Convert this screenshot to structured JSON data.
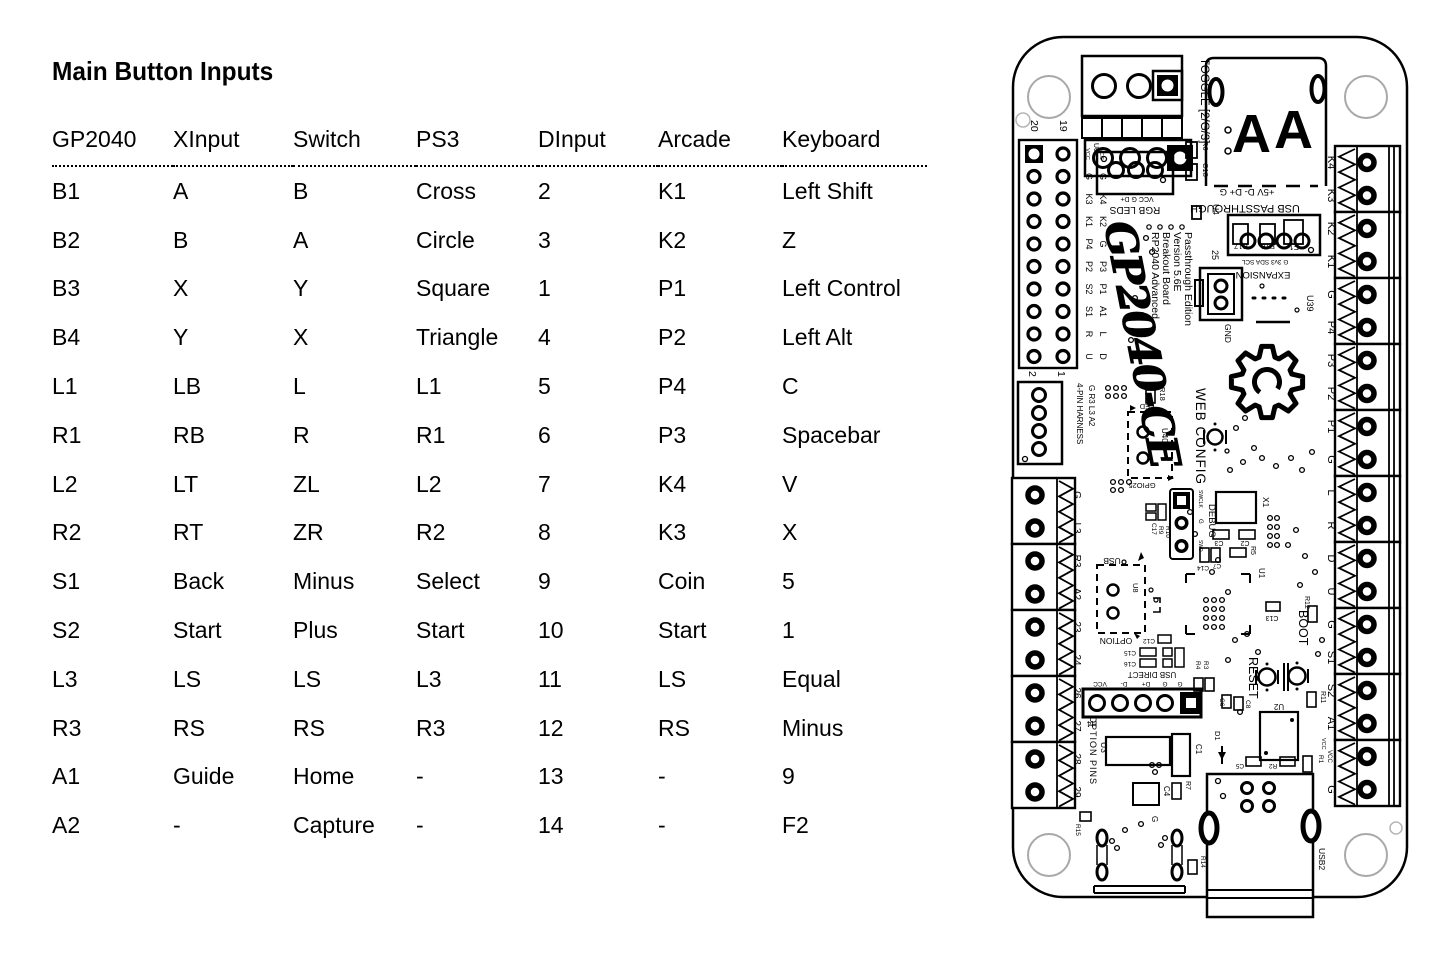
{
  "title": "Main Button Inputs",
  "table": {
    "columns": [
      "GP2040",
      "XInput",
      "Switch",
      "PS3",
      "DInput",
      "Arcade",
      "Keyboard"
    ],
    "rows": [
      [
        "B1",
        "A",
        "B",
        "Cross",
        "2",
        "K1",
        "Left Shift"
      ],
      [
        "B2",
        "B",
        "A",
        "Circle",
        "3",
        "K2",
        "Z"
      ],
      [
        "B3",
        "X",
        "Y",
        "Square",
        "1",
        "P1",
        "Left Control"
      ],
      [
        "B4",
        "Y",
        "X",
        "Triangle",
        "4",
        "P2",
        "Left Alt"
      ],
      [
        "L1",
        "LB",
        "L",
        "L1",
        "5",
        "P4",
        "C"
      ],
      [
        "R1",
        "RB",
        "R",
        "R1",
        "6",
        "P3",
        "Spacebar"
      ],
      [
        "L2",
        "LT",
        "ZL",
        "L2",
        "7",
        "K4",
        "V"
      ],
      [
        "R2",
        "RT",
        "ZR",
        "R2",
        "8",
        "K3",
        "X"
      ],
      [
        "S1",
        "Back",
        "Minus",
        "Select",
        "9",
        "Coin",
        "5"
      ],
      [
        "S2",
        "Start",
        "Plus",
        "Start",
        "10",
        "Start",
        "1"
      ],
      [
        "L3",
        "LS",
        "LS",
        "L3",
        "11",
        "LS",
        "Equal"
      ],
      [
        "R3",
        "RS",
        "RS",
        "R3",
        "12",
        "RS",
        "Minus"
      ],
      [
        "A1",
        "Guide",
        "Home",
        "-",
        "13",
        "-",
        "9"
      ],
      [
        "A2",
        "-",
        "Capture",
        "-",
        "14",
        "-",
        "F2"
      ]
    ]
  },
  "pcb": {
    "logo": "GP2040-CE",
    "info_lines": [
      "RP2040 Advanced",
      "Breakout Board",
      "Version 5.6E",
      "Passthrough Edition"
    ],
    "labels": {
      "toggle": "TOGGLE [2/G/3]",
      "usb_passthrough": "USB PASSTHROUGH",
      "usb_pt_pins": "+5V D- D+ G",
      "usb_a": [
        "A",
        "A"
      ],
      "rgb_leds": "RGB LEDS",
      "rgb_pins": "VCC G D+",
      "expansion": "EXPANSION",
      "expansion_pins": "G 3v3 SDA SCL",
      "pin_25": "25",
      "gnd": "GND",
      "web_config": "WEB CONFIG",
      "led": "LED",
      "gpio25": "GPIO25",
      "debug": "DEBUG",
      "swclk": "SWCLK",
      "swd": "SWD",
      "g": "G",
      "boot": "BOOT",
      "reset": "RESET",
      "usb": "USB",
      "option": "OPTION",
      "option_pins": "OPTION PINS",
      "usb_direct": "USB DIRECT",
      "h4_pins": [
        "VCC",
        "D-",
        "D+",
        "G",
        "G"
      ],
      "harness_1": "4-PIN HARNESS",
      "harness_2": "G R3 L3 A2",
      "usb2": "USB2",
      "vcc": "VCC"
    },
    "refs": {
      "r6": "R6",
      "c18": "C18",
      "u4": "U4",
      "u6": "U6",
      "r17": "R17",
      "r16": "R16",
      "f1": "F1",
      "u39": "U39",
      "r18": "R18",
      "u40": "U40",
      "c17": "C17",
      "r9": "R9",
      "r10": "R10",
      "x1": "X1",
      "c3": "C3",
      "c2": "C2",
      "r5": "R5",
      "c14": "C14",
      "c7": "C7",
      "u1": "U1",
      "c13": "C13",
      "r12": "R12",
      "r11": "R11",
      "c6": "C6",
      "c8": "C8",
      "r3": "R3",
      "r4": "R4",
      "c15": "C15",
      "c16": "C16",
      "c12": "C12",
      "h4": "H4",
      "u3": "U3",
      "c1": "C1",
      "d1": "D1",
      "u2": "U2",
      "c5": "C5",
      "r2": "R2",
      "r1": "R1",
      "c4": "C4",
      "r7": "R7",
      "r15": "R15",
      "r14": "R14",
      "u8": "U8"
    },
    "header": {
      "top": [
        "20",
        "19"
      ],
      "bottom": [
        "2",
        "1"
      ],
      "col_inner": [
        "VCC",
        "G",
        "K3",
        "K1",
        "P4",
        "P2",
        "S2",
        "S1",
        "R",
        "U"
      ],
      "col_outer": [
        "VCC",
        "G",
        "K4",
        "K2",
        "G",
        "P3",
        "P1",
        "A1",
        "L",
        "D"
      ]
    },
    "right_terminals": [
      "K4",
      "K3",
      "K2",
      "K1",
      "G",
      "P4",
      "P3",
      "P2",
      "P1",
      "G",
      "L",
      "R",
      "D",
      "U",
      "G",
      "S1",
      "S2",
      "A1",
      "VCC",
      "G"
    ],
    "left_terminals": [
      "G",
      "L3",
      "R3",
      "A2",
      "23",
      "24",
      "26",
      "27",
      "28",
      "29"
    ]
  }
}
